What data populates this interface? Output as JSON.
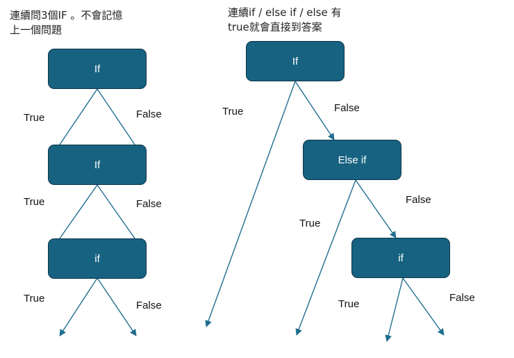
{
  "captions": {
    "left": [
      "連續問3個IF 。不會記憶",
      "上一個問題"
    ],
    "right": [
      "連續if / else if / else 有",
      "true就會直接到答案"
    ]
  },
  "left_chain": {
    "nodes": [
      "If",
      "If",
      "if"
    ],
    "true_label": "True",
    "false_label": "False"
  },
  "right_chain": {
    "nodes": [
      "If",
      "Else if",
      "if"
    ],
    "true_label": "True",
    "false_label": "False"
  },
  "colors": {
    "node_fill": "#176280",
    "node_border": "#0d3447",
    "connector": "#1f6e8f"
  }
}
